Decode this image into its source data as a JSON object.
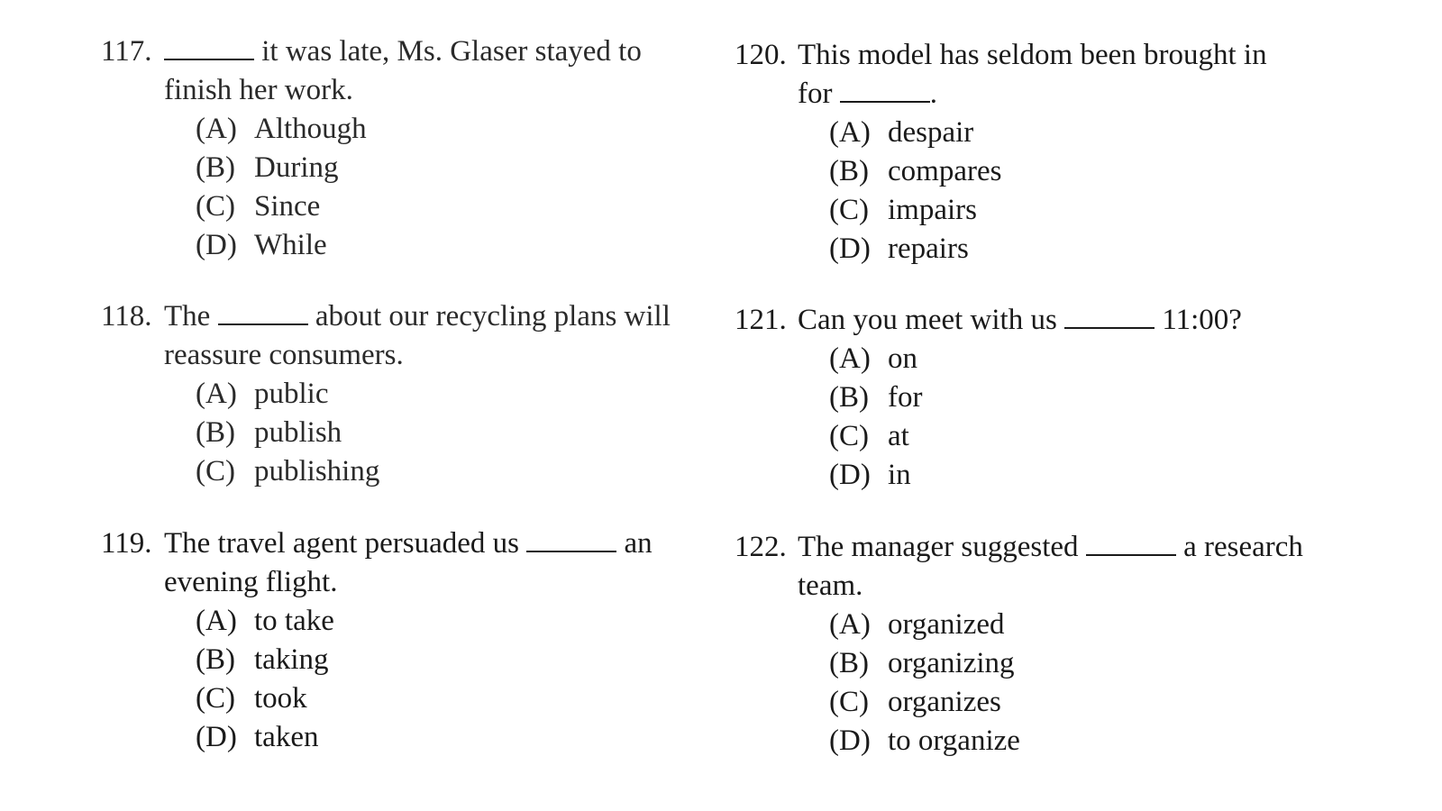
{
  "questions": [
    {
      "number": "117.",
      "before_blank": "",
      "after_blank": " it was late, Ms. Glaser stayed to",
      "continuation": "finish her work.",
      "choices": [
        {
          "letter": "(A)",
          "text": "Although"
        },
        {
          "letter": "(B)",
          "text": "During"
        },
        {
          "letter": "(C)",
          "text": "Since"
        },
        {
          "letter": "(D)",
          "text": "While"
        }
      ]
    },
    {
      "number": "118.",
      "before_blank": "The ",
      "after_blank": " about our recycling plans will",
      "continuation": "reassure consumers.",
      "choices": [
        {
          "letter": "(A)",
          "text": "public"
        },
        {
          "letter": "(B)",
          "text": "publish"
        },
        {
          "letter": "(C)",
          "text": "publishing"
        }
      ]
    },
    {
      "number": "119.",
      "before_blank": "The travel agent persuaded us ",
      "after_blank": " an",
      "continuation": "evening flight.",
      "choices": [
        {
          "letter": "(A)",
          "text": "to take"
        },
        {
          "letter": "(B)",
          "text": "taking"
        },
        {
          "letter": "(C)",
          "text": "took"
        },
        {
          "letter": "(D)",
          "text": "taken"
        }
      ]
    },
    {
      "number": "120.",
      "first_line": "This model has seldom been brought in",
      "before_blank": "for ",
      "after_blank": ".",
      "choices": [
        {
          "letter": "(A)",
          "text": "despair"
        },
        {
          "letter": "(B)",
          "text": "compares"
        },
        {
          "letter": "(C)",
          "text": "impairs"
        },
        {
          "letter": "(D)",
          "text": "repairs"
        }
      ]
    },
    {
      "number": "121.",
      "before_blank": "Can you meet with us ",
      "after_blank": " 11:00?",
      "choices": [
        {
          "letter": "(A)",
          "text": "on"
        },
        {
          "letter": "(B)",
          "text": "for"
        },
        {
          "letter": "(C)",
          "text": "at"
        },
        {
          "letter": "(D)",
          "text": "in"
        }
      ]
    },
    {
      "number": "122.",
      "before_blank": "The manager suggested ",
      "after_blank": " a research",
      "continuation": "team.",
      "choices": [
        {
          "letter": "(A)",
          "text": "organized"
        },
        {
          "letter": "(B)",
          "text": "organizing"
        },
        {
          "letter": "(C)",
          "text": "organizes"
        },
        {
          "letter": "(D)",
          "text": "to organize"
        }
      ]
    }
  ]
}
